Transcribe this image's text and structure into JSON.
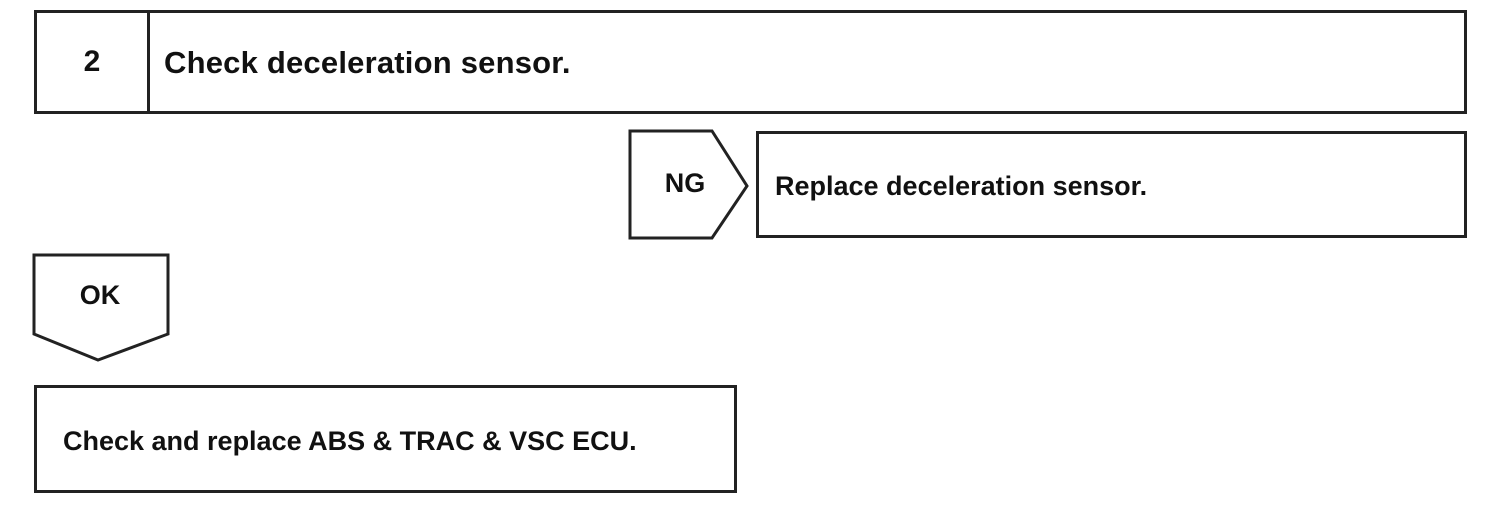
{
  "step": {
    "number": "2",
    "title": "Check deceleration sensor."
  },
  "ng_branch": {
    "label": "NG",
    "action": "Replace deceleration sensor."
  },
  "ok_branch": {
    "label": "OK",
    "action": "Check and replace ABS & TRAC & VSC ECU."
  },
  "colors": {
    "line": "#222222",
    "text": "#111111",
    "background": "#ffffff"
  }
}
